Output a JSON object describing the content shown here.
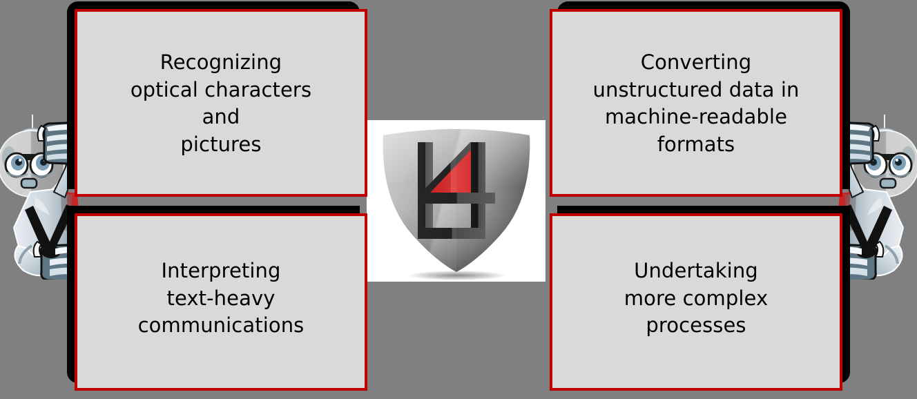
{
  "diagram": {
    "background_color": "#808080",
    "accent_color": "#c00000",
    "box_fill_color": "#d9d9d9",
    "center_panel_color": "#ffffff",
    "boxes": [
      {
        "id": "top-left",
        "text": "Recognizing\noptical characters\nand\npictures"
      },
      {
        "id": "top-right",
        "text": "Converting\nunstructured data in\nmachine-readable\nformats"
      },
      {
        "id": "bottom-left",
        "text": "Interpreting\ntext-heavy\ncommunications"
      },
      {
        "id": "bottom-right",
        "text": "Undertaking\nmore complex\nprocesses"
      }
    ],
    "center_logo": {
      "name": "shield-logo",
      "monogram": "b4",
      "shield_color_light": "#d2d2d2",
      "shield_color_dark": "#4a4a4a",
      "mark_dark": "#231f20",
      "mark_red": "#e03131"
    },
    "robots": [
      {
        "id": "robot-left",
        "name": "robot-mascot-left"
      },
      {
        "id": "robot-right",
        "name": "robot-mascot-right"
      }
    ]
  }
}
